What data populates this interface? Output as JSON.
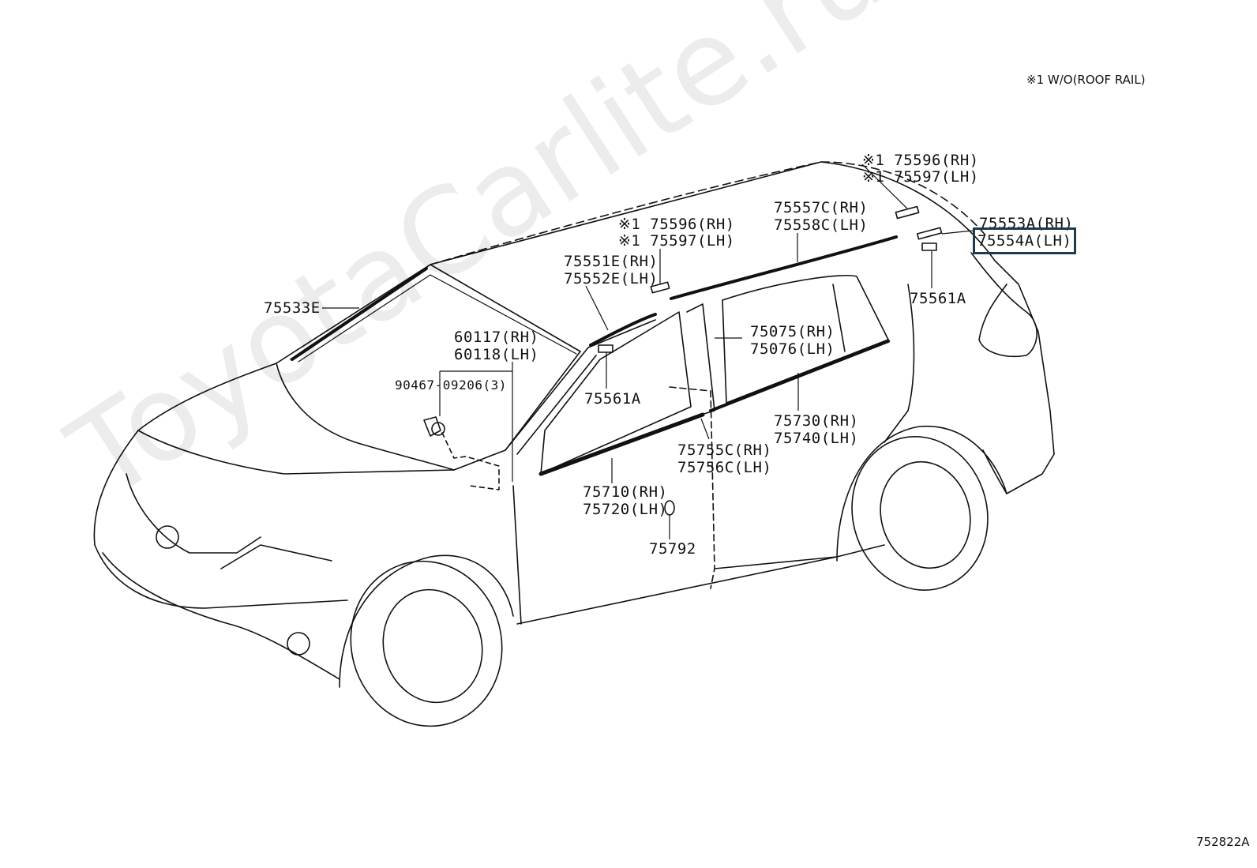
{
  "note": "※1 W/O(ROOF RAIL)",
  "figure_number": "752822A",
  "watermark": "ToyotaCarlite.ru",
  "callouts": [
    {
      "id": "c1",
      "text": "※1 75596(RH)"
    },
    {
      "id": "c2",
      "text": "※1 75597(LH)"
    },
    {
      "id": "c3",
      "text": "75553A(RH)"
    },
    {
      "id": "c4",
      "text": "75554A(LH)",
      "highlighted": true
    },
    {
      "id": "c5",
      "text": "75557C(RH)"
    },
    {
      "id": "c6",
      "text": "75558C(LH)"
    },
    {
      "id": "c7",
      "text": "※1 75596(RH)"
    },
    {
      "id": "c8",
      "text": "※1 75597(LH)"
    },
    {
      "id": "c9",
      "text": "75551E(RH)"
    },
    {
      "id": "c10",
      "text": "75552E(LH)"
    },
    {
      "id": "c11",
      "text": "75561A"
    },
    {
      "id": "c12",
      "text": "75533E"
    },
    {
      "id": "c13",
      "text": "60117(RH)"
    },
    {
      "id": "c14",
      "text": "60118(LH)"
    },
    {
      "id": "c15",
      "text": "90467-09206(3)"
    },
    {
      "id": "c16",
      "text": "75075(RH)"
    },
    {
      "id": "c17",
      "text": "75076(LH)"
    },
    {
      "id": "c18",
      "text": "75561A"
    },
    {
      "id": "c19",
      "text": "75730(RH)"
    },
    {
      "id": "c20",
      "text": "75740(LH)"
    },
    {
      "id": "c21",
      "text": "75755C(RH)"
    },
    {
      "id": "c22",
      "text": "75756C(LH)"
    },
    {
      "id": "c23",
      "text": "75710(RH)"
    },
    {
      "id": "c24",
      "text": "75720(LH)"
    },
    {
      "id": "c25",
      "text": "75792"
    }
  ]
}
